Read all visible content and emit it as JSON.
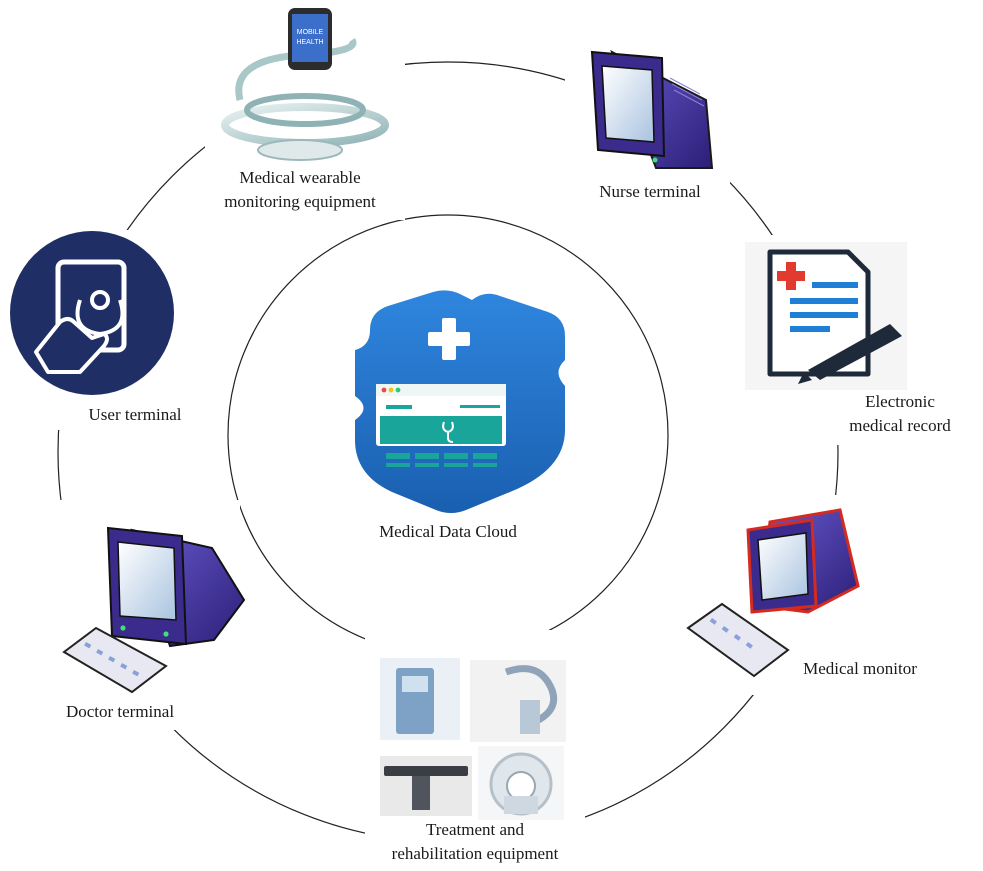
{
  "center": {
    "label": "Medical Data Cloud"
  },
  "nodes": {
    "wearable": {
      "lines": [
        "Medical wearable",
        "monitoring equipment"
      ],
      "screen_text": [
        "MOBILE",
        "HEALTH"
      ]
    },
    "nurse": {
      "lines": [
        "Nurse terminal"
      ]
    },
    "emr": {
      "lines": [
        "Electronic",
        "medical record"
      ]
    },
    "monitor": {
      "lines": [
        "Medical monitor"
      ]
    },
    "treatment": {
      "lines": [
        "Treatment and",
        "rehabilitation equipment"
      ]
    },
    "doctor": {
      "lines": [
        "Doctor terminal"
      ]
    },
    "user": {
      "lines": [
        "User terminal"
      ]
    }
  },
  "colors": {
    "ring": "#222222",
    "monitor_purple": "#4b3c9e",
    "monitor_red_outline": "#d42a20",
    "user_badge": "#1f2f66",
    "cloud_blue": "#1d6fc4",
    "cloud_teal": "#1aa59a",
    "emr_red": "#e23a2e",
    "emr_blue": "#1f7fd6"
  }
}
